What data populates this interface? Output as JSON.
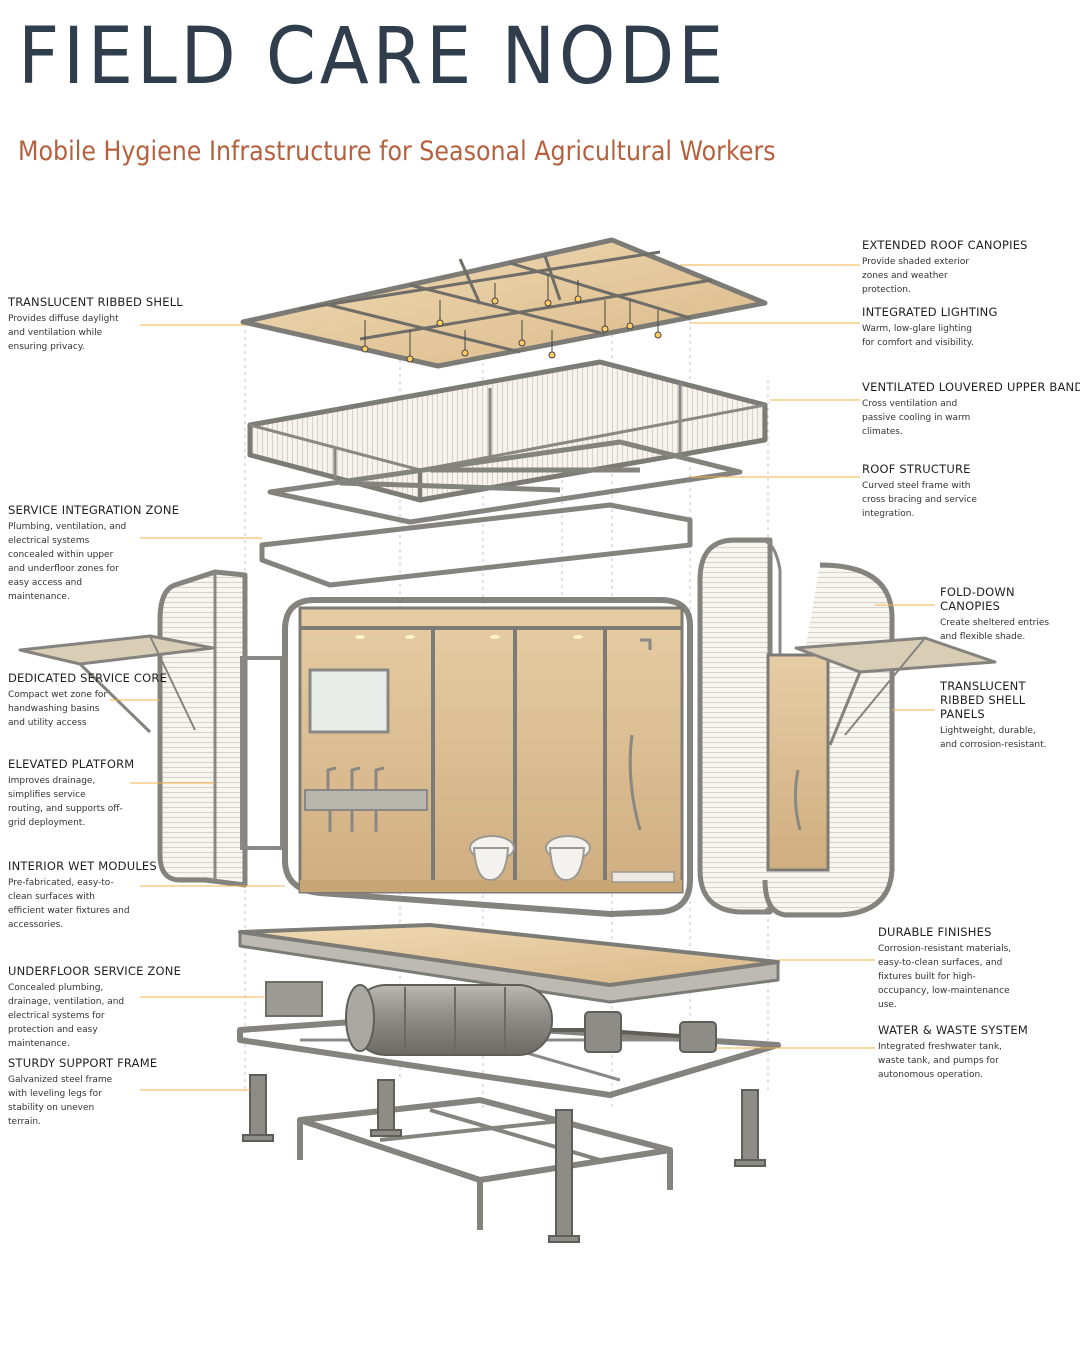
{
  "title": "FIELD CARE NODE",
  "subtitle": "Mobile Hygiene Infrastructure for Seasonal Agricultural Workers",
  "colors": {
    "title": "#2f3d4c",
    "subtitle": "#b5603f",
    "leader": "#f2b24a",
    "steel": "#8a8a86",
    "panel": "#e9cfa6",
    "wall": "#dcc19a"
  },
  "labels": {
    "translucent_ribbed_shell": {
      "heading": "TRANSLUCENT RIBBED SHELL",
      "text": "Provides diffuse daylight and ventilation while ensuring privacy."
    },
    "service_integration_zone": {
      "heading": "SERVICE INTEGRATION ZONE",
      "text": "Plumbing, ventilation, and electrical systems concealed within upper and underfloor zones for easy access and maintenance."
    },
    "dedicated_service_core": {
      "heading": "DEDICATED SERVICE CORE",
      "text": "Compact wet zone for handwashing basins and utility access"
    },
    "elevated_platform": {
      "heading": "ELEVATED PLATFORM",
      "text": "Improves drainage, simplifies service routing, and supports off-grid deployment."
    },
    "interior_wet_modules": {
      "heading": "INTERIOR WET MODULES",
      "text": "Pre-fabricated, easy-to-clean surfaces with efficient water fixtures and accessories."
    },
    "underfloor_service_zone": {
      "heading": "UNDERFLOOR SERVICE ZONE",
      "text": "Concealed plumbing, drainage, ventilation, and electrical systems for protection and easy maintenance."
    },
    "sturdy_support_frame": {
      "heading": "STURDY SUPPORT FRAME",
      "text": "Galvanized steel frame with leveling legs for stability on uneven terrain."
    },
    "extended_roof_canopies": {
      "heading": "EXTENDED ROOF CANOPIES",
      "text": "Provide shaded exterior zones and weather protection."
    },
    "integrated_lighting": {
      "heading": "INTEGRATED LIGHTING",
      "text": "Warm, low-glare lighting for comfort and visibility."
    },
    "ventilated_louvered_upper_band": {
      "heading": "VENTILATED LOUVERED UPPER BAND",
      "text": "Cross ventilation and passive cooling in warm climates."
    },
    "roof_structure": {
      "heading": "ROOF STRUCTURE",
      "text": "Curved steel frame with cross bracing and service integration."
    },
    "fold_down_canopies": {
      "heading": "FOLD-DOWN CANOPIES",
      "text": "Create sheltered entries and flexible shade."
    },
    "translucent_ribbed_shell_panels": {
      "heading": "TRANSLUCENT RIBBED SHELL PANELS",
      "text": "Lightweight, durable, and corrosion-resistant."
    },
    "durable_finishes": {
      "heading": "DURABLE FINISHES",
      "text": "Corrosion-resistant materials, easy-to-clean surfaces, and fixtures built for high-occupancy, low-maintenance use."
    },
    "water_waste_system": {
      "heading": "WATER & WASTE SYSTEM",
      "text": "Integrated freshwater tank, waste tank, and pumps for autonomous operation."
    }
  }
}
